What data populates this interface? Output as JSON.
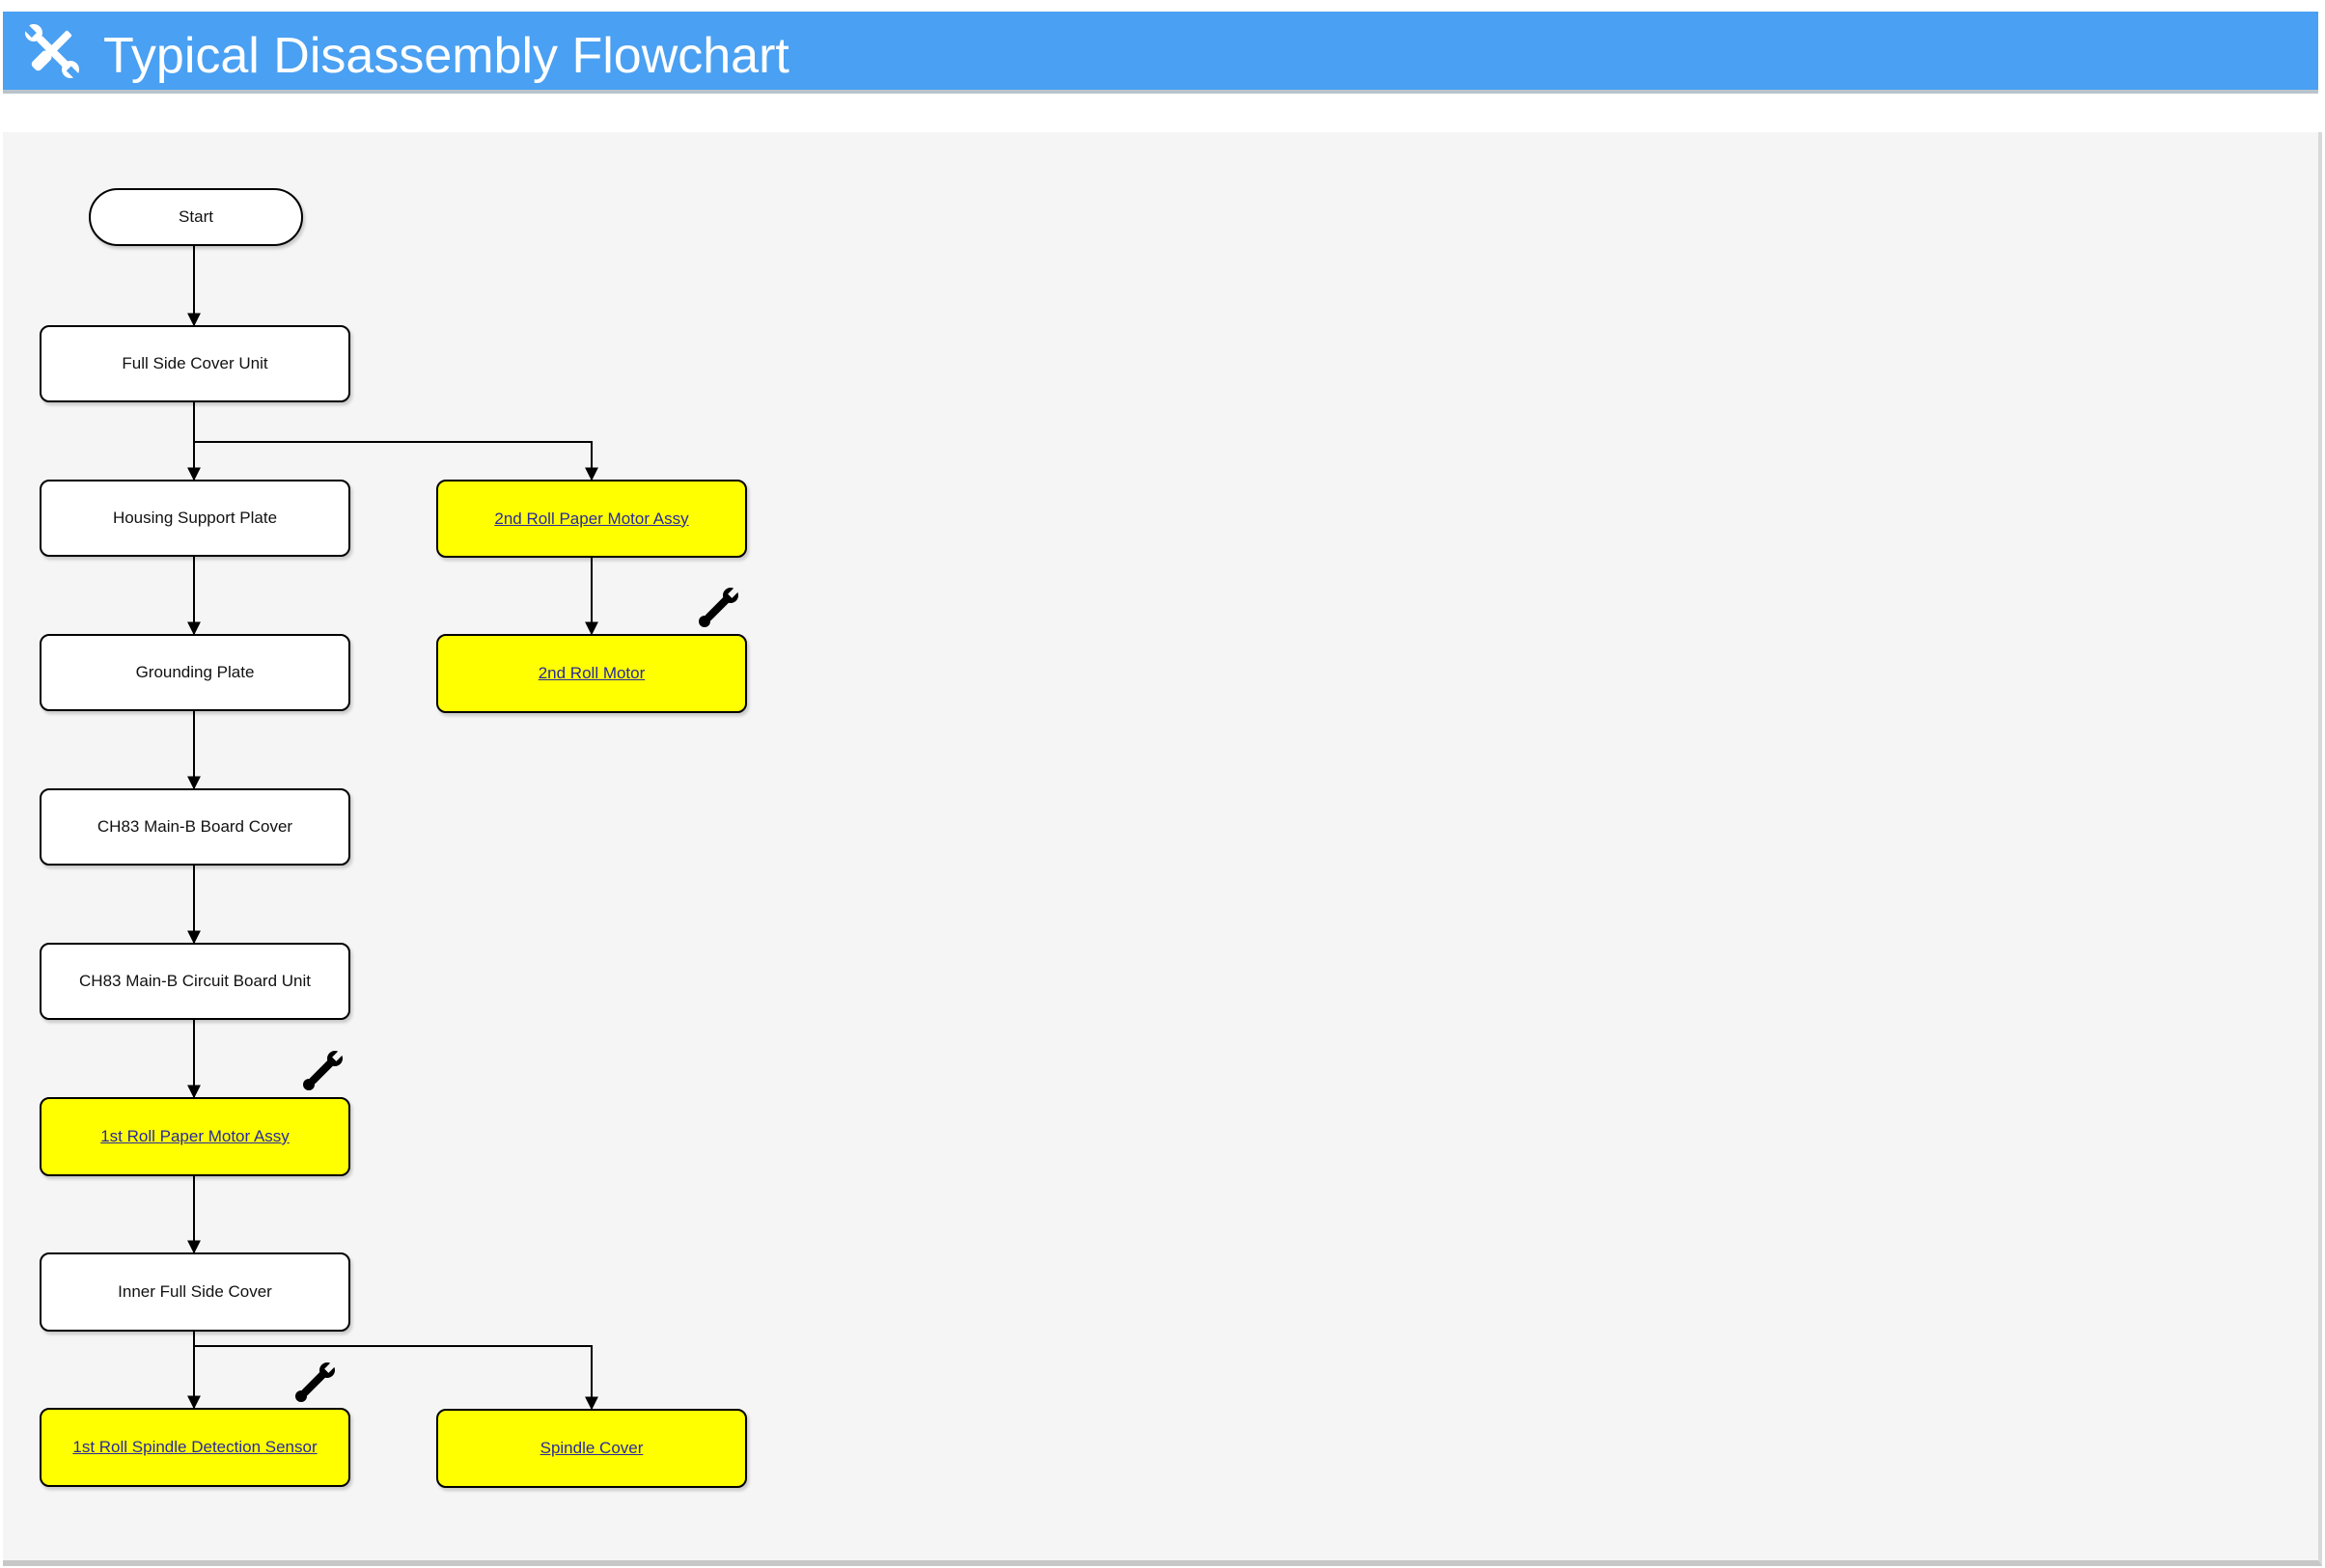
{
  "header": {
    "title": "Typical Disassembly Flowchart",
    "icon": "tools-icon",
    "background": "#4aa0f2"
  },
  "flowchart": {
    "nodes": {
      "start": {
        "label": "Start",
        "kind": "terminal"
      },
      "full_side_cover_unit": {
        "label": "Full Side Cover Unit"
      },
      "housing_support_plate": {
        "label": "Housing Support Plate"
      },
      "second_roll_paper_motor_assy": {
        "label": "2nd Roll Paper Motor Assy",
        "link": true,
        "highlight": "#ffff00"
      },
      "grounding_plate": {
        "label": "Grounding Plate"
      },
      "second_roll_motor": {
        "label": "2nd Roll Motor",
        "link": true,
        "highlight": "#ffff00",
        "wrench": true
      },
      "ch83_main_b_board_cover": {
        "label": "CH83 Main-B Board Cover"
      },
      "ch83_main_b_circuit_board_unit": {
        "label": "CH83 Main-B Circuit Board Unit"
      },
      "first_roll_paper_motor_assy": {
        "label": "1st Roll Paper Motor Assy",
        "link": true,
        "highlight": "#ffff00",
        "wrench": true
      },
      "inner_full_side_cover": {
        "label": "Inner Full Side Cover"
      },
      "first_roll_spindle_detection_sensor": {
        "label": "1st Roll Spindle Detection Sensor",
        "link": true,
        "highlight": "#ffff00",
        "wrench": true
      },
      "spindle_cover": {
        "label": "Spindle Cover",
        "link": true,
        "highlight": "#ffff00"
      }
    },
    "edges": [
      [
        "start",
        "full_side_cover_unit"
      ],
      [
        "full_side_cover_unit",
        "housing_support_plate"
      ],
      [
        "full_side_cover_unit",
        "second_roll_paper_motor_assy"
      ],
      [
        "second_roll_paper_motor_assy",
        "second_roll_motor"
      ],
      [
        "housing_support_plate",
        "grounding_plate"
      ],
      [
        "grounding_plate",
        "ch83_main_b_board_cover"
      ],
      [
        "ch83_main_b_board_cover",
        "ch83_main_b_circuit_board_unit"
      ],
      [
        "ch83_main_b_circuit_board_unit",
        "first_roll_paper_motor_assy"
      ],
      [
        "first_roll_paper_motor_assy",
        "inner_full_side_cover"
      ],
      [
        "inner_full_side_cover",
        "first_roll_spindle_detection_sensor"
      ],
      [
        "inner_full_side_cover",
        "spindle_cover"
      ]
    ],
    "wrench_icon": "wrench-icon"
  }
}
